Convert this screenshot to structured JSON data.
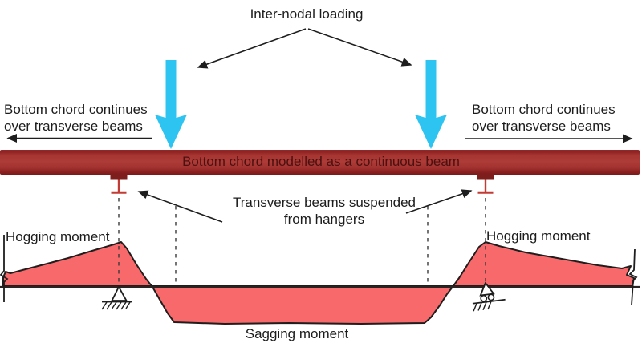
{
  "colors": {
    "cyan_arrow": "#2EC4F1",
    "beam_body": "#A43430",
    "beam_dark": "#7E1E1C",
    "beam_label_text": "#4B1110",
    "hanger_red": "#C23B35",
    "moment_fill": "#F7696B",
    "ink": "#1E1E1E"
  },
  "labels": {
    "inter_nodal_loading": "Inter-nodal loading",
    "left_continues": {
      "line1": "Bottom chord continues",
      "line2": "over transverse beams"
    },
    "right_continues": {
      "line1": "Bottom chord continues",
      "line2": "over transverse beams"
    },
    "beam": "Bottom chord modelled as a continuous beam",
    "transverse": {
      "line1": "Transverse beams suspended",
      "line2": "from hangers"
    },
    "hogging_left": "Hogging moment",
    "hogging_right": "Hogging moment",
    "sagging": "Sagging moment"
  }
}
